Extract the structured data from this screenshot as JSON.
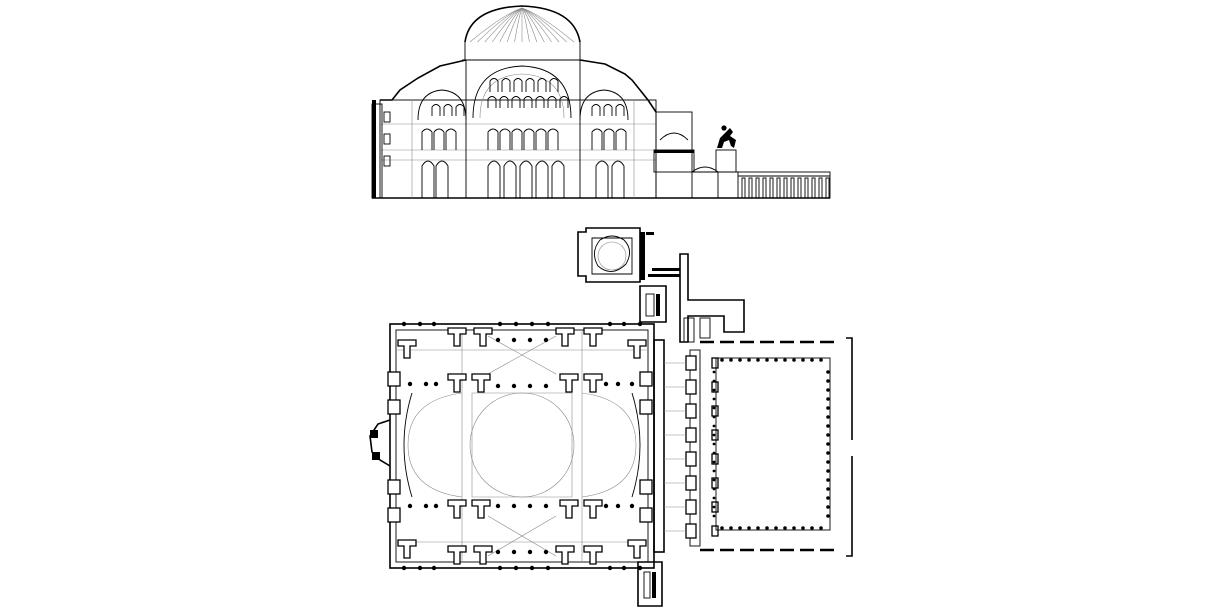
{
  "drawing": {
    "background": "#ffffff",
    "line_color": "#000000",
    "hatch_color": "#8a8a8a",
    "views": [
      {
        "name": "section",
        "type": "longitudinal-section-elevation"
      },
      {
        "name": "plan",
        "type": "ground-floor-plan"
      }
    ],
    "icons": [
      "equestrian-statue-icon"
    ]
  }
}
